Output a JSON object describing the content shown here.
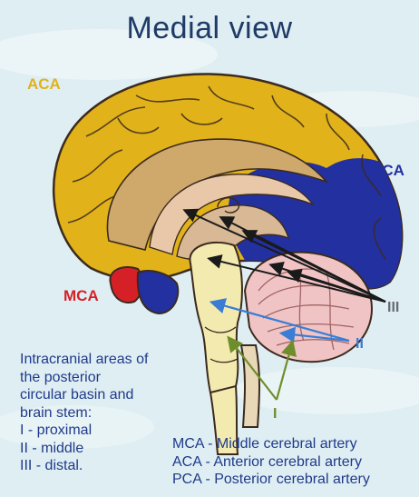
{
  "title": "Medial view",
  "regions": {
    "aca": {
      "label": "ACA",
      "color": "#e2b21a"
    },
    "pca": {
      "label": "PCA",
      "color": "#2230a0"
    },
    "mca": {
      "label": "MCA",
      "color": "#d62027"
    }
  },
  "territory_markers": {
    "proximal": "I",
    "middle": "II",
    "distal": "III"
  },
  "caption": [
    "Intracranial areas of",
    "the posterior",
    "circular basin and",
    "brain stem:",
    "I - proximal",
    "II - middle",
    "III - distal."
  ],
  "legend": [
    "MCA - Middle cerebral artery",
    "ACA - Anterior cerebral artery",
    "PCA - Posterior cerebral artery"
  ],
  "colors": {
    "background": "#dfeef3",
    "brain_outline": "#3b2a1e",
    "deep_structures": "#e8c8a8",
    "brainstem": "#f3eab0",
    "cerebellum": "#f0c4c4",
    "arrow_distal": "#1a1a1a",
    "arrow_middle": "#3a7dd4",
    "arrow_proximal": "#6f8e2b"
  }
}
